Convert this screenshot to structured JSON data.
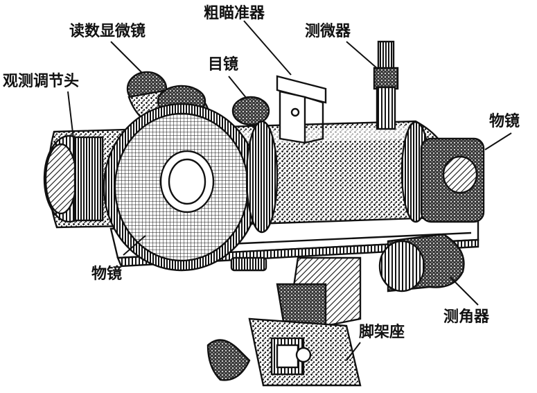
{
  "labels": {
    "eyepiece_adjust_head": "观测调节头",
    "reading_microscope": "读数显微镜",
    "coarse_sight": "粗瞄准器",
    "micrometer": "测微器",
    "eyepiece": "目镜",
    "objective_right": "物镜",
    "objective_front": "物镜",
    "goniometer": "测角器",
    "tripod_mount": "脚架座"
  },
  "colors": {
    "ink": "#111111",
    "paper": "#ffffff",
    "body_shade": "#2a2a2a",
    "mid_shade": "#6a6a6a",
    "light_shade": "#cfcfcf"
  }
}
